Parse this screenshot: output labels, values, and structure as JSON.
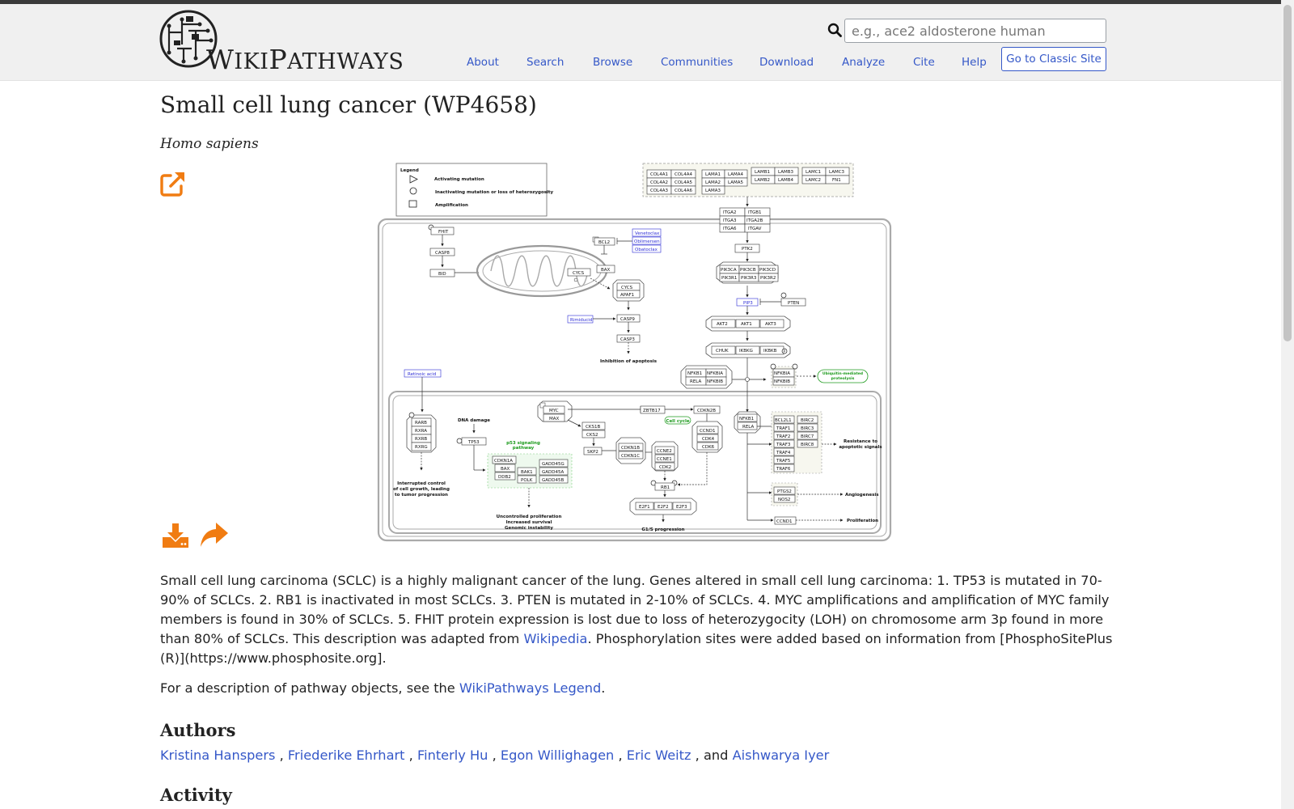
{
  "header": {
    "logo": {
      "prefix_letter": "W",
      "rest_1": "IKI",
      "big_letter": "P",
      "rest_2": "ATHWAYS"
    },
    "search": {
      "placeholder": "e.g., ace2 aldosterone human"
    },
    "menu": [
      {
        "label": "About"
      },
      {
        "label": "Search"
      },
      {
        "label": "Browse"
      },
      {
        "label": "Communities"
      },
      {
        "label": "Download"
      },
      {
        "label": "Analyze"
      },
      {
        "label": "Cite"
      },
      {
        "label": "Help"
      }
    ],
    "classic_button": "Go to Classic Site"
  },
  "page": {
    "title": "Small cell lung cancer (WP4658)",
    "species": "Homo sapiens"
  },
  "diagram": {
    "legend": {
      "title": "Legend",
      "items": [
        "Activating mutation",
        "Inactivating mutation or loss of heterozygosity",
        "Amplification"
      ]
    },
    "genes": {
      "col": [
        "COL4A1",
        "COL4A4",
        "COL4A2",
        "COL4A5",
        "COL4A3",
        "COL4A6"
      ],
      "lama": [
        "LAMA1",
        "LAMA4",
        "LAMA2",
        "LAMA5",
        "LAMA3"
      ],
      "lamb": [
        "LAMB1",
        "LAMB3",
        "LAMB2",
        "LAMB4"
      ],
      "lamc": [
        "LAMC1",
        "LAMC3",
        "LAMC2",
        "FN1"
      ],
      "itga": [
        "ITGA2",
        "ITGB1",
        "ITGA3",
        "ITGA2B",
        "ITGA6",
        "ITGAV"
      ],
      "ptk2": "PTK2",
      "pi3k": [
        "PIK3CA",
        "PIK3CB",
        "PIK3CD",
        "PIK3R1",
        "PIK3R3",
        "PIK3R2"
      ],
      "pip3": "PIP3",
      "pten": "PTEN",
      "akt": [
        "AKT2",
        "AKT1",
        "AKT3"
      ],
      "ikk": [
        "CHUK",
        "IKBKG",
        "IKBKB"
      ],
      "nfkb_left": [
        "NFKB1",
        "NFKBIA",
        "RELA",
        "NFKBIB"
      ],
      "nfkb_right": [
        "NFKBIA",
        "NFKBIB"
      ],
      "ubiq": "Ubiquitin-mediated proteolysis",
      "fhit": "FHIT",
      "casp8": "CASP8",
      "bid": "BID",
      "cycs_mito": "CYCS",
      "bcl2": "BCL2",
      "drugs": [
        "Venetoclax",
        "Oblimersen",
        "Obatoclax"
      ],
      "bax": "BAX",
      "apop": [
        "CYCS",
        "APAF1"
      ],
      "rimiducid": "Rimiducid",
      "casp9": "CASP9",
      "casp3": "CASP3",
      "inhibition": "Inhibition of apoptosis",
      "retinoic": "Retinoic acid",
      "rxr": [
        "RARB",
        "RXRA",
        "RXRB",
        "RXRG"
      ],
      "interrupted": [
        "Interrupted control",
        "of cell growth, leading",
        "to tumor progression"
      ],
      "dna_damage": "DNA damage",
      "tp53": "TP53",
      "p53_path": [
        "p53 signaling",
        "pathway"
      ],
      "p53_targets_left": [
        "CDKN1A",
        "BAX",
        "DDB2"
      ],
      "p53_targets_mid": [
        "BAK1",
        "POLK"
      ],
      "p53_targets_right": [
        "GADD45G",
        "GADD45A",
        "GADD45B"
      ],
      "uncontrolled": [
        "Uncontrolled proliferation",
        "Increased survival",
        "Genomic instability"
      ],
      "myc": [
        "MYC",
        "MAX"
      ],
      "zbtb17": "ZBTB17",
      "cdkn2b": "CDKN2B",
      "cell_cycle": "Cell cycle",
      "cks": [
        "CKS1B",
        "CKS2"
      ],
      "skp2": "SKP2",
      "cdkn1": [
        "CDKN1B",
        "CDKN1C"
      ],
      "ccne": [
        "CCNE2",
        "CCNE1",
        "CDK2"
      ],
      "ccnd": [
        "CCND1",
        "CDK4",
        "CDK6"
      ],
      "rb1": "RB1",
      "e2f": [
        "E2F1",
        "E2F2",
        "E2F3"
      ],
      "g1s": "G1/S progression",
      "nfkb_lower": [
        "NFKB1",
        "RELA"
      ],
      "bcl2l1_col": [
        "BCL2L1",
        "TRAF1",
        "TRAF2",
        "TRAF3",
        "TRAF4",
        "TRAF5",
        "TRAF6"
      ],
      "birc_col": [
        "BIRC2",
        "BIRC3",
        "BIRC7",
        "BIRC8"
      ],
      "resistance": [
        "Resistance to",
        "apoptotic signals"
      ],
      "ptgs": [
        "PTGS2",
        "NOS2"
      ],
      "angiogenesis": "Angiogenesis",
      "ccnd1_out": "CCND1",
      "proliferation": "Proliferation"
    }
  },
  "description": {
    "text_before_link": "Small cell lung carcinoma (SCLC) is a highly malignant cancer of the lung. Genes altered in small cell lung carcinoma: 1. TP53 is mutated in 70-90% of SCLCs. 2. RB1 is inactivated in most SCLCs. 3. PTEN is mutated in 2-10% of SCLCs. 4. MYC amplifications and amplification of MYC family members is found in 30% of SCLCs. 5. FHIT protein expression is lost due to loss of heterozygocity (LOH) on chromosome arm 3p found in more than 80% of SCLCs. This description was adapted from ",
    "link": "Wikipedia",
    "text_after_link": ". Phosphorylation sites were added based on information from [PhosphoSitePlus (R)](https://www.phosphosite.org]."
  },
  "legend_line": {
    "before": "For a description of pathway objects, see the ",
    "link": "WikiPathways Legend",
    "after": "."
  },
  "sections": {
    "authors": "Authors",
    "activity": "Activity"
  },
  "authors": {
    "names": [
      "Kristina Hanspers",
      "Friederike Ehrhart",
      "Finterly Hu",
      "Egon Willighagen",
      "Eric Weitz",
      "Aishwarya Iyer"
    ],
    "separator": " , ",
    "last_separator": " , and "
  },
  "colors": {
    "link": "#3558c8",
    "icon_orange": "#f07c12",
    "drug_blue": "#2b2bd6",
    "green": "#1c9a1c"
  }
}
